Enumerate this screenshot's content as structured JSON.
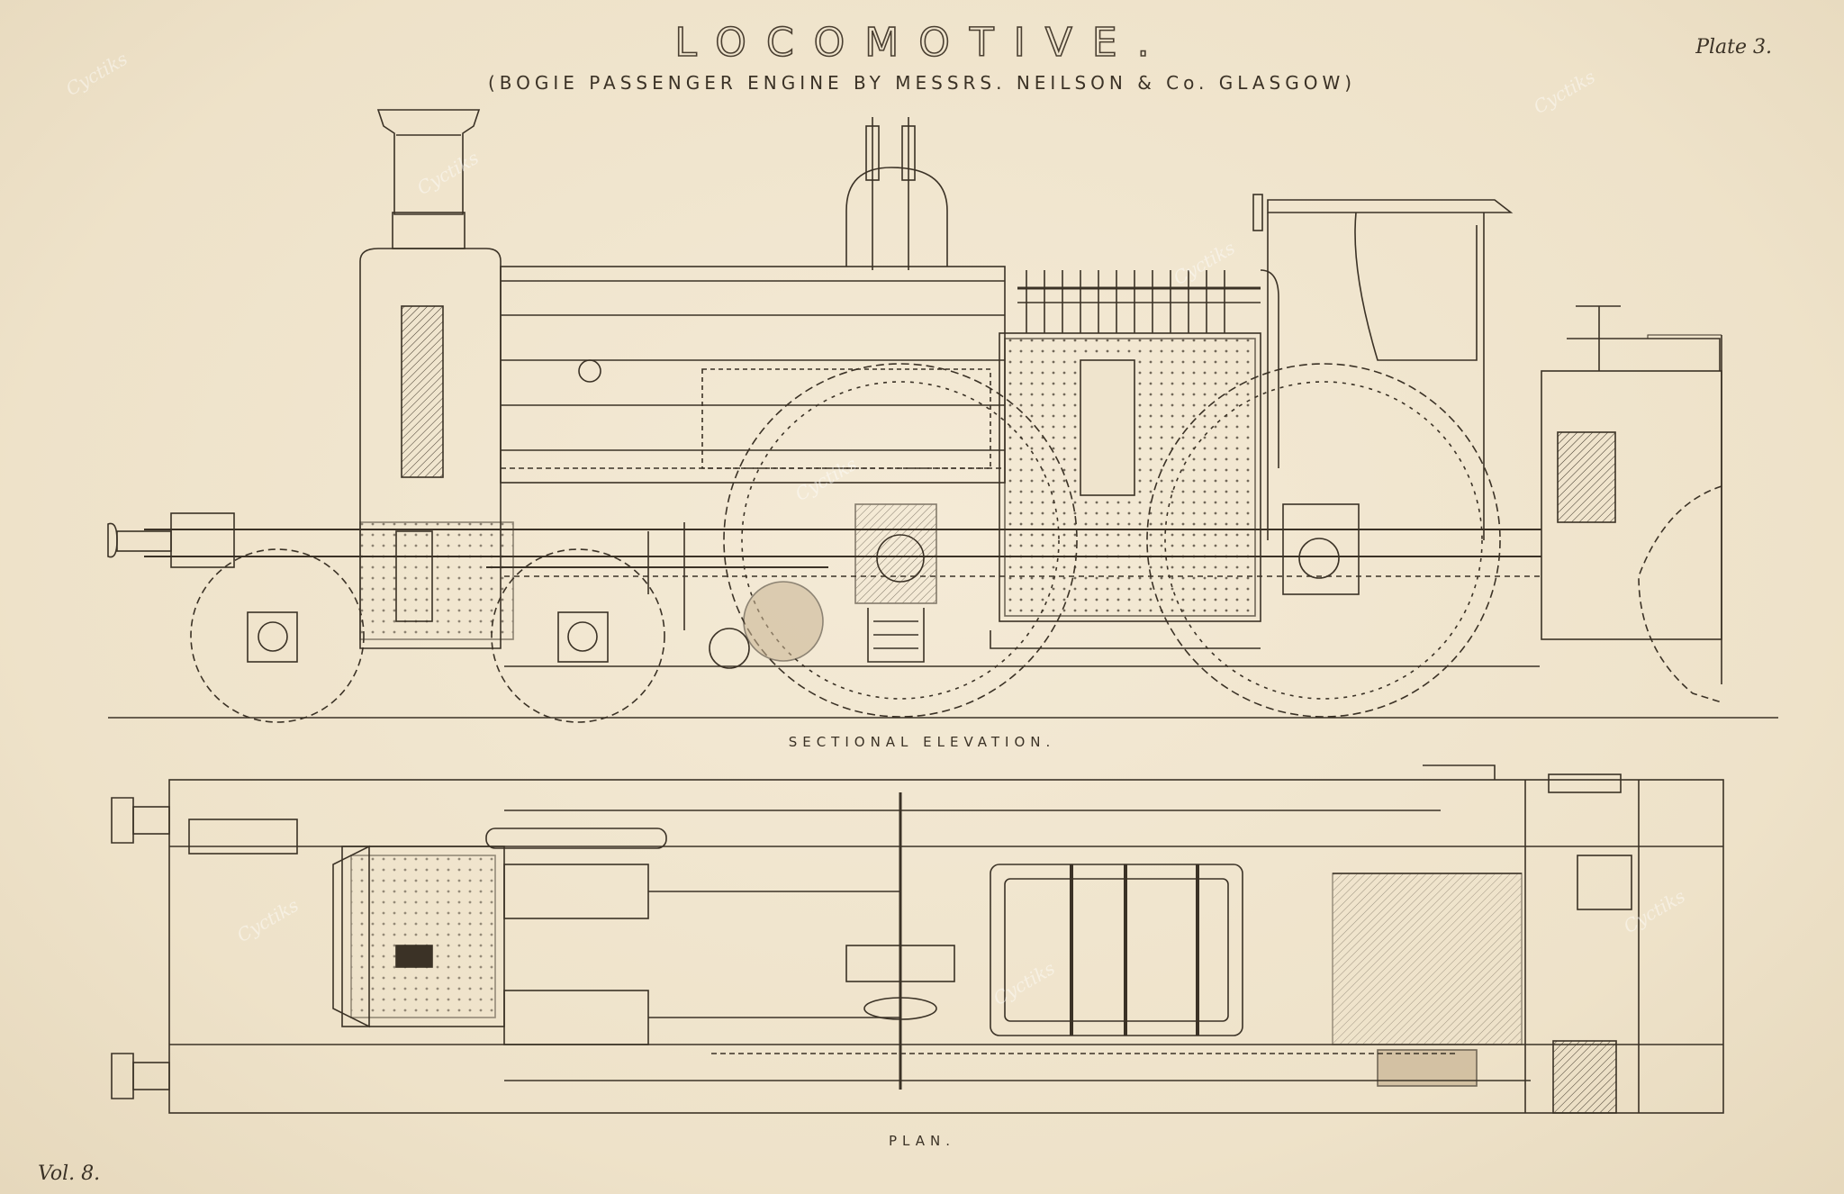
{
  "title": "LOCOMOTIVE.",
  "subtitle": "(BOGIE PASSENGER ENGINE BY MESSRS. NEILSON & Co. GLASGOW)",
  "plate": "Plate 3.",
  "volume": "Vol. 8.",
  "captions": {
    "elevation": "SECTIONAL ELEVATION.",
    "plan": "PLAN."
  },
  "watermark": "Cyctiks",
  "colors": {
    "paper": "#efe4cd",
    "ink": "#3b3226",
    "shade": "#c9b493"
  }
}
